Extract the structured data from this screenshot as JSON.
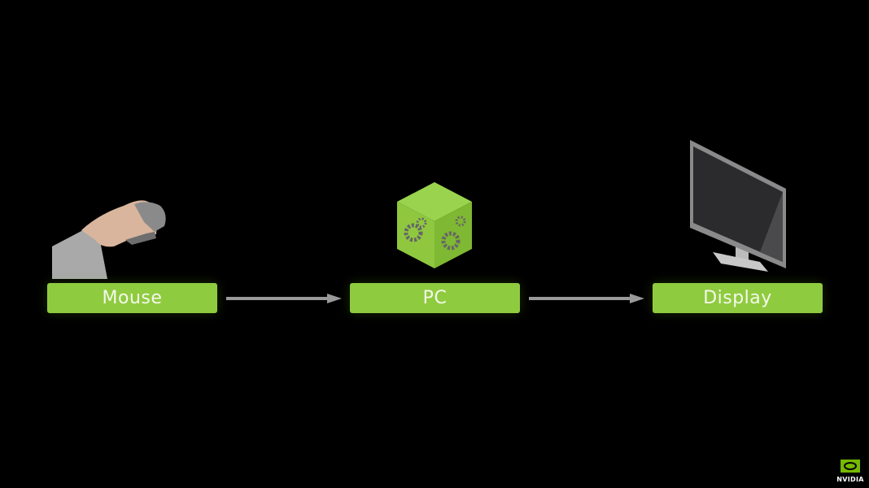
{
  "diagram": {
    "nodes": [
      {
        "id": "mouse",
        "label": "Mouse",
        "icon": "hand-on-mouse-icon"
      },
      {
        "id": "pc",
        "label": "PC",
        "icon": "gear-cube-icon"
      },
      {
        "id": "display",
        "label": "Display",
        "icon": "monitor-icon"
      }
    ],
    "edges": [
      {
        "from": "mouse",
        "to": "pc"
      },
      {
        "from": "pc",
        "to": "display"
      }
    ]
  },
  "colors": {
    "node_fill": "#8fcb3f",
    "arrow": "#9a9a9a",
    "background": "#000000"
  },
  "logo": {
    "text": "NVIDIA"
  }
}
